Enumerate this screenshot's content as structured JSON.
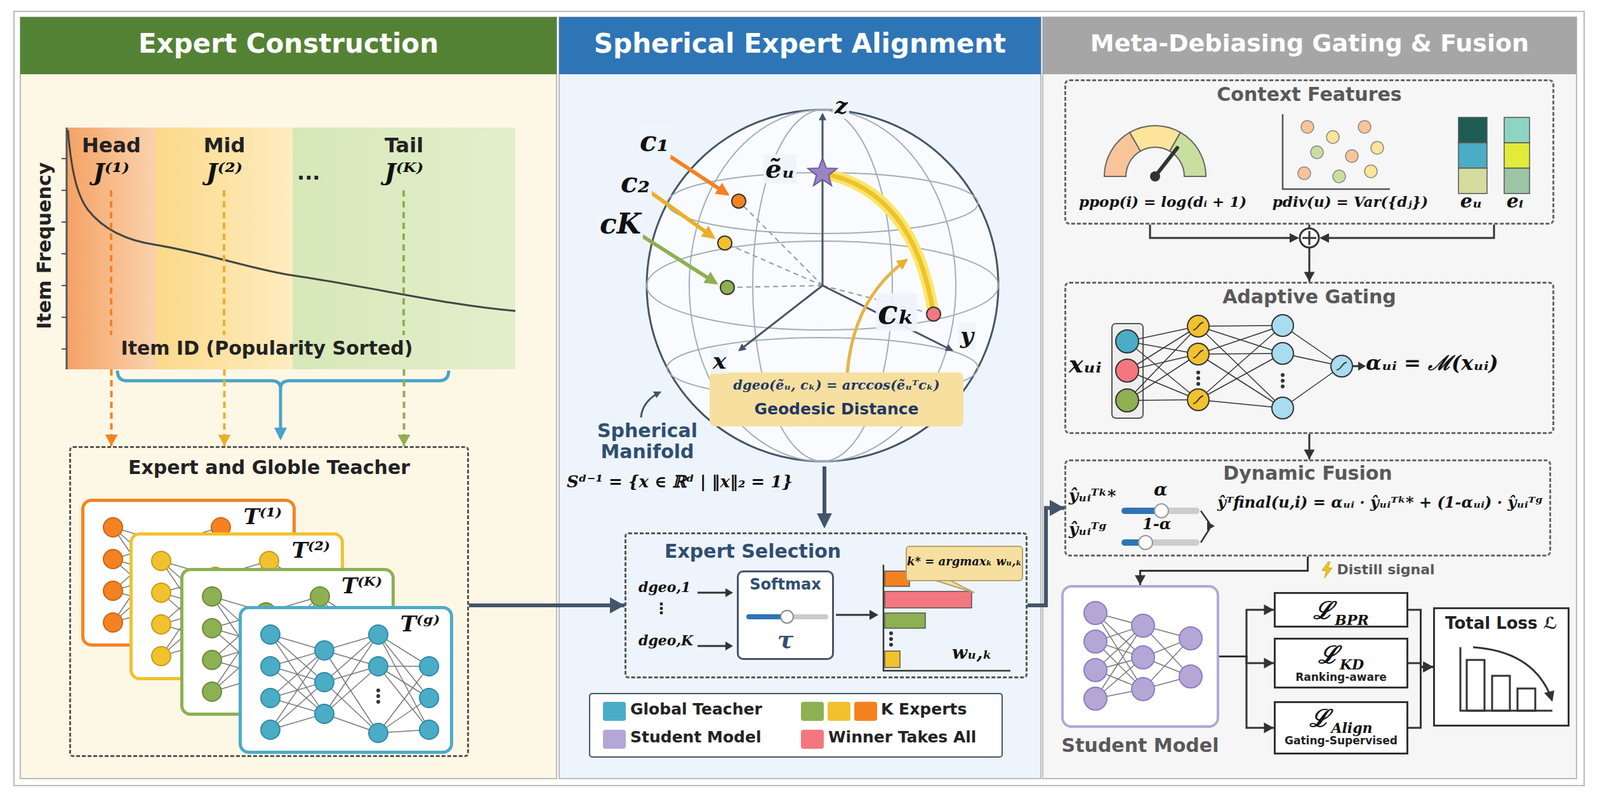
{
  "diagram": {
    "nodes": [
      {
        "text": [
          "Expert Construction"
        ]
      },
      {
        "text": [
          "Head",
          "J⁽¹⁾"
        ],
        "in": 0
      },
      {
        "text": [
          "Mid",
          "J⁽²⁾"
        ],
        "in": 0
      },
      {
        "text": [
          "Tail",
          "J⁽ᴷ⁾"
        ],
        "in": 0
      },
      {
        "text": [
          "Expert and Globle Teacher"
        ],
        "in": 0
      },
      {
        "text": [
          "T⁽¹⁾"
        ],
        "in": 4
      },
      {
        "text": [
          "T⁽²⁾"
        ],
        "in": 4
      },
      {
        "text": [
          "T⁽ᴷ⁾"
        ],
        "in": 4
      },
      {
        "text": [
          "T⁽ᵍ⁾"
        ],
        "in": 4
      },
      {
        "text": [
          "Spherical Expert Alignment"
        ]
      },
      {
        "text": [
          "dgeo(ẽᵤ, cₖ) = arccos(ẽᵤᵀcₖ)",
          "Geodesic Distance"
        ],
        "in": 9
      },
      {
        "text": [
          "Expert Selection"
        ],
        "in": 9
      },
      {
        "text": [
          "Softmax",
          "τ"
        ],
        "in": 11
      },
      {
        "text": [
          "k* = argmaxₖ wᵤ,ₖ"
        ],
        "in": 11
      },
      {
        "text": [
          "Meta-Debiasing Gating & Fusion"
        ]
      },
      {
        "text": [
          "Context Features"
        ],
        "in": 14
      },
      {
        "text": [
          "Adaptive Gating"
        ],
        "in": 14
      },
      {
        "text": [
          "Dynamic Fusion"
        ],
        "in": 14
      },
      {
        "text": [
          "Student Model"
        ],
        "in": 14
      },
      {
        "text": [
          "ℒ",
          "BPR"
        ],
        "in": 14
      },
      {
        "text": [
          "ℒ",
          "KD",
          "Ranking-aware"
        ],
        "in": 14
      },
      {
        "text": [
          "ℒ",
          "Align",
          "Gating-Supervised"
        ],
        "in": 14
      },
      {
        "text": [
          "Total Loss ℒ"
        ],
        "in": 14
      }
    ],
    "edges": [
      {
        "from": 1,
        "to": 4,
        "arrow": "to"
      },
      {
        "from": 2,
        "to": 4,
        "arrow": "to"
      },
      {
        "from": 3,
        "to": 4,
        "arrow": "to"
      },
      {
        "from": 4,
        "to": 11,
        "arrow": "to"
      },
      {
        "from": 11,
        "to": 17,
        "arrow": "to"
      },
      {
        "from": 15,
        "to": 16,
        "arrow": "to"
      },
      {
        "from": 16,
        "to": 17,
        "arrow": "to"
      },
      {
        "from": 17,
        "to": 18,
        "label": "Distill signal",
        "arrow": "to"
      },
      {
        "from": 18,
        "to": 19,
        "arrow": "to"
      },
      {
        "from": 18,
        "to": 20,
        "arrow": "to"
      },
      {
        "from": 18,
        "to": 21,
        "arrow": "to"
      },
      {
        "from": 19,
        "to": 22,
        "arrow": "to"
      },
      {
        "from": 20,
        "to": 22,
        "arrow": "to"
      },
      {
        "from": 21,
        "to": 22,
        "arrow": "to"
      }
    ],
    "labels": [
      "Item Frequency",
      "Item ID (Popularity Sorted)",
      "···",
      "z",
      "c₁",
      "c₂",
      "cK",
      "ẽᵤ",
      "x",
      "y",
      "cₖ",
      "Spherical Manifold",
      "Sᵈ⁻¹ = {x ∈ ℝᵈ | ‖x‖₂ = 1}",
      "dgeo,1",
      "⋮",
      "dgeo,K",
      "wᵤ,ₖ",
      "ppop(i) = log(dᵢ + 1)",
      "pdiv(u) = Var({dⱼ})",
      "eᵤ",
      "eᵢ",
      "xᵤᵢ",
      "αᵤᵢ = ℳ(xᵤᵢ)",
      "ŷᵤᵢᵀᵏ*",
      "α",
      "ŷᵤᵢᵀᵍ",
      "1-α",
      "ŷᵀfinal(u,i) = αᵤᵢ · ŷᵤᵢᵀᵏ* + (1-αᵤᵢ) · ŷᵤᵢᵀᵍ"
    ],
    "legend": [
      {
        "text": "Global Teacher",
        "color": "#4bacc6"
      },
      {
        "text": "K Experts",
        "color": "#f58220"
      },
      {
        "text": "Student Model",
        "color": "#b4a7d6"
      },
      {
        "text": "Winner Takes All",
        "color": "#f4777f"
      }
    ]
  }
}
